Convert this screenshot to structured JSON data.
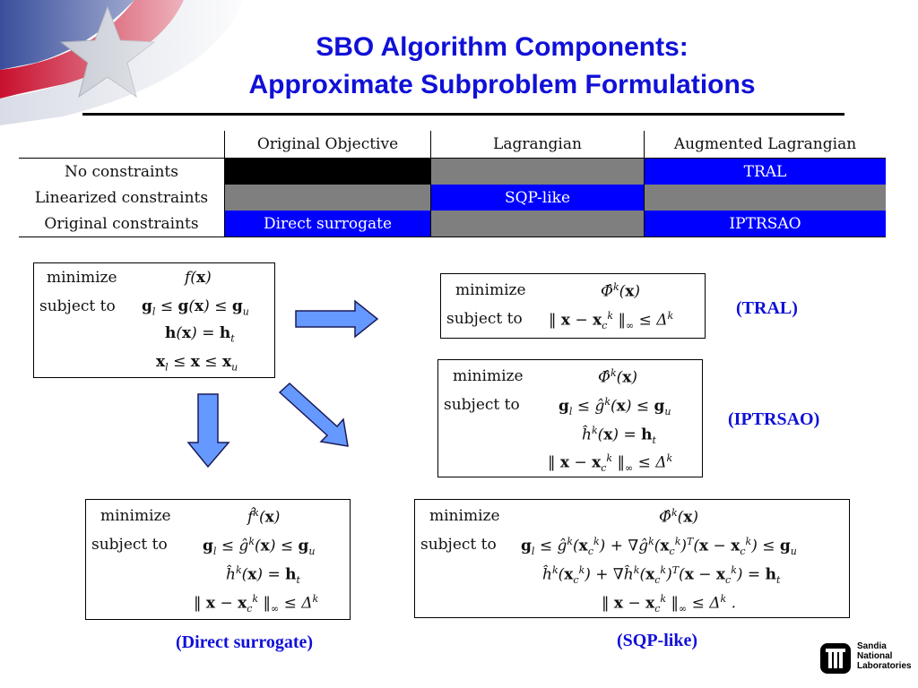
{
  "slide": {
    "title_line1": "SBO Algorithm Components:",
    "title_line2": "Approximate Subproblem Formulations",
    "accent_color": "#1010d8"
  },
  "table": {
    "columns": [
      "",
      "Original Objective",
      "Lagrangian",
      "Augmented Lagrangian"
    ],
    "rows": [
      {
        "label": "No constraints",
        "cells": [
          {
            "text": "",
            "fill": "black"
          },
          {
            "text": "",
            "fill": "gray"
          },
          {
            "text": "TRAL",
            "fill": "blue"
          }
        ]
      },
      {
        "label": "Linearized constraints",
        "cells": [
          {
            "text": "",
            "fill": "gray"
          },
          {
            "text": "SQP-like",
            "fill": "blue"
          },
          {
            "text": "",
            "fill": "gray"
          }
        ]
      },
      {
        "label": "Original constraints",
        "cells": [
          {
            "text": "Direct surrogate",
            "fill": "blue"
          },
          {
            "text": "",
            "fill": "gray"
          },
          {
            "text": "IPTRSAO",
            "fill": "blue"
          }
        ]
      }
    ]
  },
  "formulations": {
    "original": {
      "kw1": "minimize",
      "kw2": "subject to",
      "eq1": "f(x)",
      "eq2": "g_l ≤ g(x) ≤ g_u",
      "eq3": "h(x) = h_t",
      "eq4": "x_l ≤ x ≤ x_u"
    },
    "tral": {
      "kw1": "minimize",
      "kw2": "subject to",
      "eq1": "Φ̂^k(x)",
      "eq2": "‖ x − x_c^k ‖_∞ ≤ Δ^k",
      "caption": "(TRAL)"
    },
    "iptrsao": {
      "kw1": "minimize",
      "kw2": "subject to",
      "eq1": "Φ̂^k(x)",
      "eq2": "g_l ≤ ĝ^k(x) ≤ g_u",
      "eq3": "ĥ^k(x) = h_t",
      "eq4": "‖ x − x_c^k ‖_∞ ≤ Δ^k",
      "caption": "(IPTRSAO)"
    },
    "direct": {
      "kw1": "minimize",
      "kw2": "subject to",
      "eq1": "f̂^k(x)",
      "eq2": "g_l ≤ ĝ^k(x) ≤ g_u",
      "eq3": "ĥ^k(x) = h_t",
      "eq4": "‖ x − x_c^k ‖_∞ ≤ Δ^k",
      "caption": "(Direct surrogate)"
    },
    "sqp": {
      "kw1": "minimize",
      "kw2": "subject to",
      "eq1": "Φ̂^k(x)",
      "eq2": "g_l ≤ ĝ^k(x_c^k) + ∇ĝ^k(x_c^k)^T(x − x_c^k) ≤ g_u",
      "eq3": "ĥ^k(x_c^k) + ∇ĥ^k(x_c^k)^T(x − x_c^k) = h_t",
      "eq4": "‖ x − x_c^k ‖_∞ ≤ Δ^k .",
      "caption": "(SQP-like)"
    }
  },
  "logo": {
    "line1": "Sandia",
    "line2": "National",
    "line3": "Laboratories"
  },
  "colors": {
    "cell_black": "#000000",
    "cell_gray": "#7f7f7f",
    "cell_blue": "#0000ff",
    "arrow_fill": "#6699ff"
  }
}
